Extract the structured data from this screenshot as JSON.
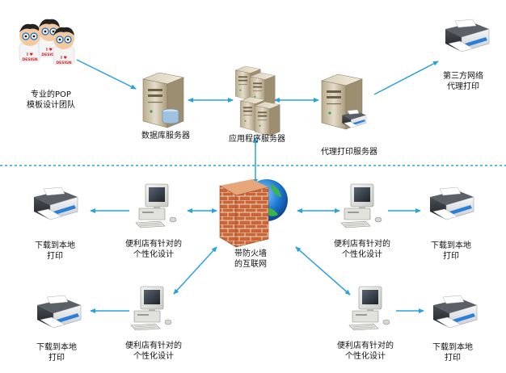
{
  "team": {
    "line1": "专业的POP",
    "line2": "模板设计团队",
    "badge": "DESIGN",
    "heart": "I ♥"
  },
  "servers": {
    "database": "数据库服务器",
    "app": "应用程序服务器",
    "proxy": "代理打印服务器"
  },
  "third_party": {
    "line1": "第三方网络",
    "line2": "代理打印"
  },
  "internet": {
    "line1": "带防火墙",
    "line2": "的互联网"
  },
  "stores": {
    "top_left": {
      "line1": "便利店有针对的",
      "line2": "个性化设计"
    },
    "top_right": {
      "line1": "便利店有针对的",
      "line2": "个性化设计"
    },
    "bottom_left": {
      "line1": "便利店有针对的",
      "line2": "个性化设计"
    },
    "bottom_right": {
      "line1": "便利店有针对的",
      "line2": "个性化设计"
    }
  },
  "local_printers": {
    "top_left": {
      "line1": "下载到本地",
      "line2": "打印"
    },
    "top_right": {
      "line1": "下载到本地",
      "line2": "打印"
    },
    "bottom_left": {
      "line1": "下载到本地",
      "line2": "打印"
    },
    "bottom_right": {
      "line1": "下载到本地",
      "line2": "打印"
    }
  },
  "colors": {
    "arrow": "#29a3dc",
    "divider": "#29a3dc"
  }
}
